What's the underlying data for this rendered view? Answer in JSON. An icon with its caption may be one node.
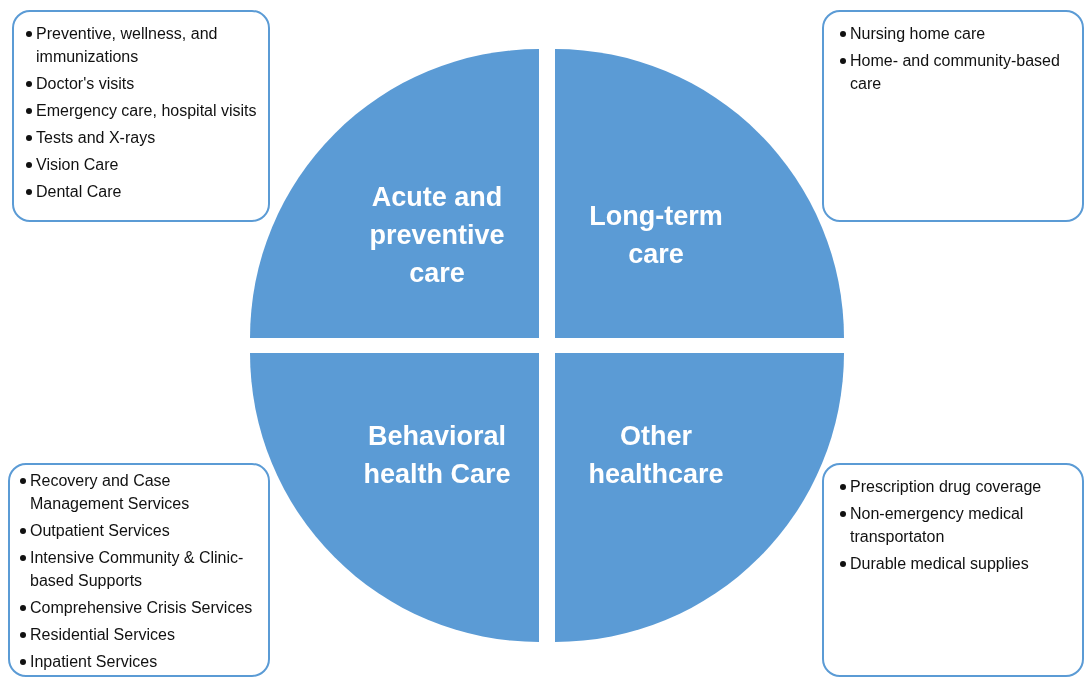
{
  "diagram": {
    "nodes": [
      {
        "text": [
          "Preventive, wellness, and immunizations",
          "Doctor's visits",
          "Emergency care, hospital visits",
          "Tests and X-rays",
          "Vision Care",
          "Dental Care"
        ]
      },
      {
        "text": [
          "Nursing home care",
          "Home- and community-based care"
        ]
      },
      {
        "text": [
          "Acute and preventive care"
        ]
      },
      {
        "text": [
          "Long-term care"
        ]
      },
      {
        "text": [
          "Behavioral health Care"
        ]
      },
      {
        "text": [
          "Other healthcare"
        ]
      },
      {
        "text": [
          "Recovery and Case Management Services",
          "Outpatient Services",
          "Intensive Community & Clinic-based Supports",
          "Comprehensive Crisis Services",
          "Residential Services",
          "Inpatient Services"
        ]
      },
      {
        "text": [
          "Prescription drug coverage",
          "Non-emergency medical transportaton",
          "Durable medical supplies"
        ]
      }
    ],
    "edges": []
  }
}
